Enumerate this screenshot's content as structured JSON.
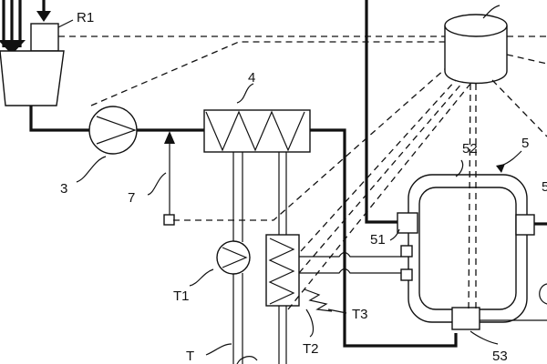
{
  "labels": {
    "r1": "R1",
    "n3": "3",
    "n4": "4",
    "n5": "5",
    "n7": "7",
    "n51": "51",
    "n52": "52",
    "n53": "53",
    "t1": "T1",
    "t2": "T2",
    "t3": "T3",
    "t": "T"
  }
}
